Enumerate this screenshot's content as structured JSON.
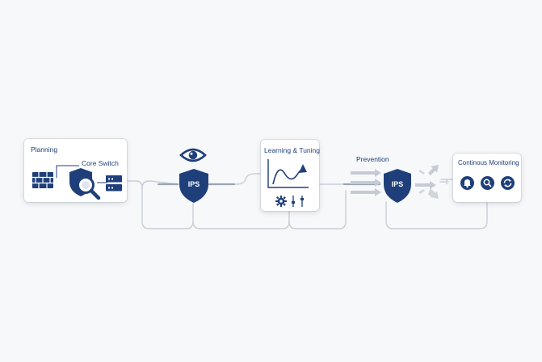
{
  "planning": {
    "title": "Planning",
    "switch_label": "Core Switch"
  },
  "ips_stage": {
    "shield_label": "IPS"
  },
  "learning": {
    "title": "Learning & Tuning"
  },
  "prevention": {
    "title": "Prevention",
    "shield_label": "IPS"
  },
  "monitoring": {
    "title": "Continous Monitoring"
  },
  "icons": [
    "firewall-icon",
    "shield-search-icon",
    "server-icon",
    "eye-icon",
    "ips-shield-icon",
    "trend-chart-icon",
    "gear-icon",
    "sliders-icon",
    "arrows-in-icon",
    "arrows-out-icon",
    "bell-icon",
    "search-icon",
    "refresh-icon"
  ],
  "colors": {
    "navy": "#1f3f7a",
    "line": "#c8cdd6",
    "card": "#ffffff"
  }
}
